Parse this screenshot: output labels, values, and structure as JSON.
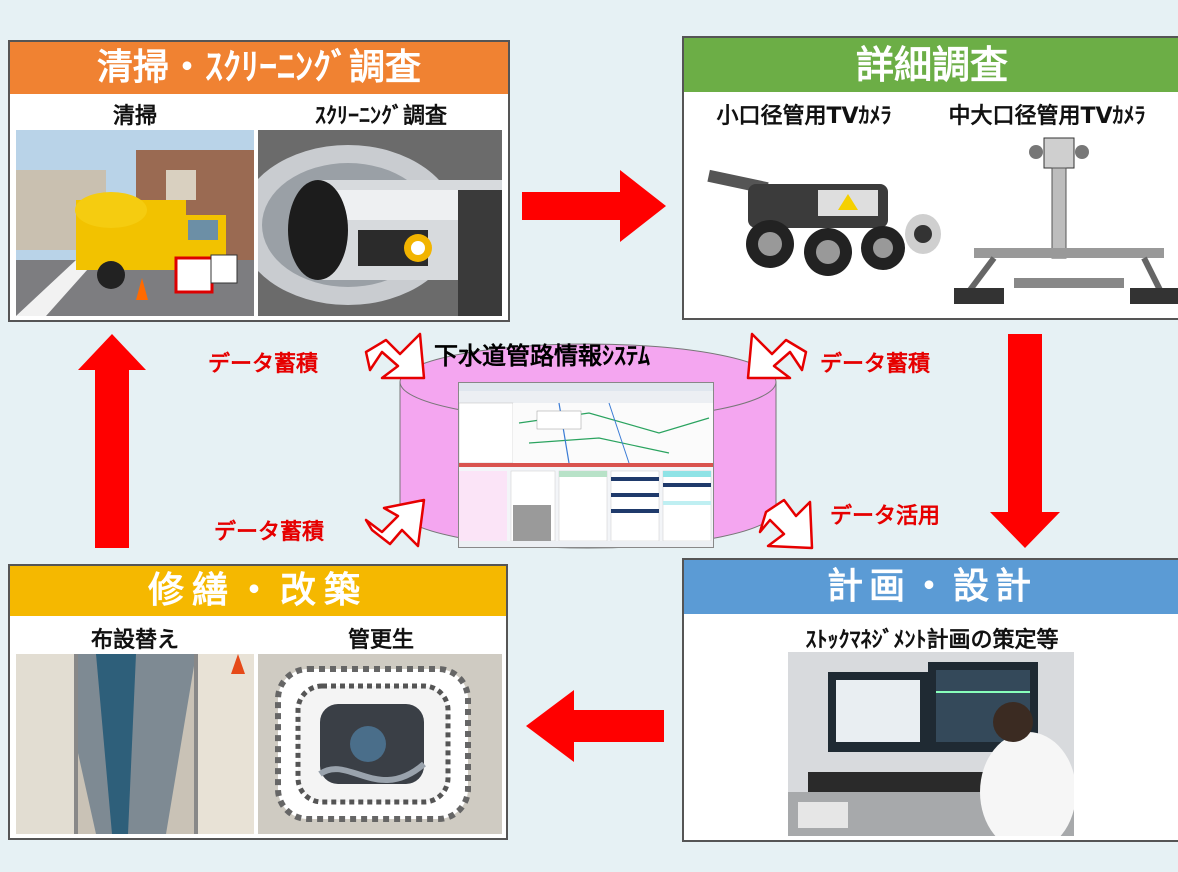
{
  "panels": {
    "cleaning": {
      "title": "清掃・ｽｸﾘｰﾆﾝｸﾞ調査",
      "color": "#f08232",
      "sub_left": "清掃",
      "sub_right": "ｽｸﾘｰﾆﾝｸﾞ調査"
    },
    "detail": {
      "title": "詳細調査",
      "color": "#6cae46",
      "sub_left": "小口径管用TVｶﾒﾗ",
      "sub_right": "中大口径管用TVｶﾒﾗ"
    },
    "repair": {
      "title": "修繕・改築",
      "color": "#f5b800",
      "sub_left": "布設替え",
      "sub_right": "管更生"
    },
    "plan": {
      "title": "計画・設計",
      "color": "#5b9bd5",
      "sub": "ｽﾄｯｸﾏﾈｼﾞﾒﾝﾄ計画の策定等"
    }
  },
  "system": {
    "title": "下水道管路情報ｼｽﾃﾑ",
    "cylinder_color": "#f4a6f0"
  },
  "labels": {
    "accumulate_top_left": "データ蓄積",
    "accumulate_top_right": "データ蓄積",
    "accumulate_bottom_left": "データ蓄積",
    "utilize": "データ活用"
  },
  "colors": {
    "arrow": "#ff0000",
    "background": "#e6f1f4"
  }
}
